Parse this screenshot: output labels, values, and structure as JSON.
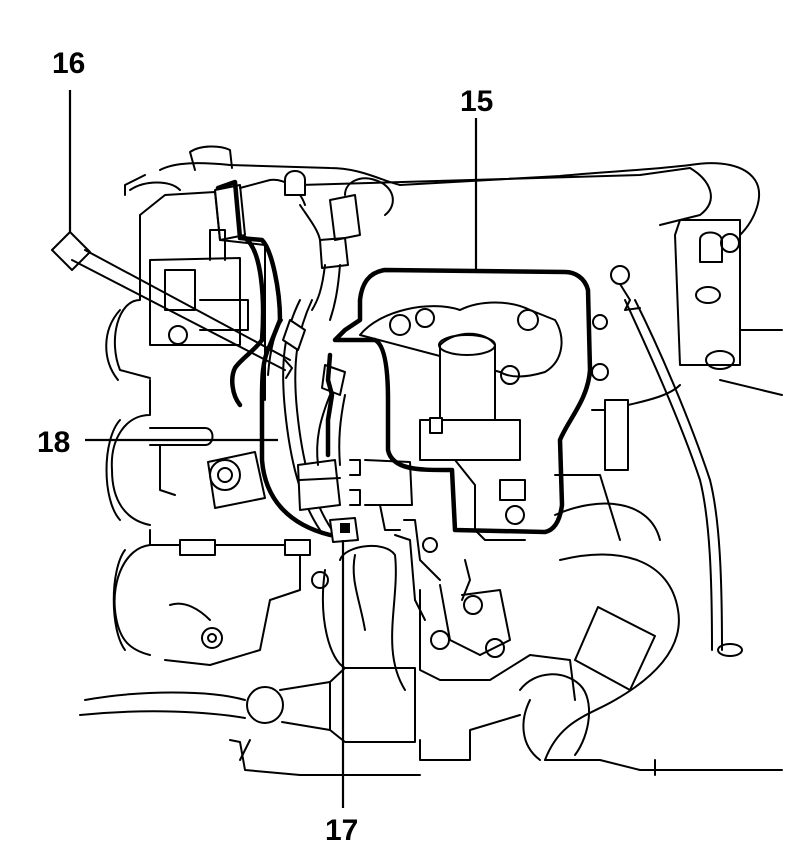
{
  "callouts": {
    "c15": "15",
    "c16": "16",
    "c17": "17",
    "c18": "18"
  },
  "colors": {
    "line": "#000000",
    "background": "#ffffff"
  }
}
